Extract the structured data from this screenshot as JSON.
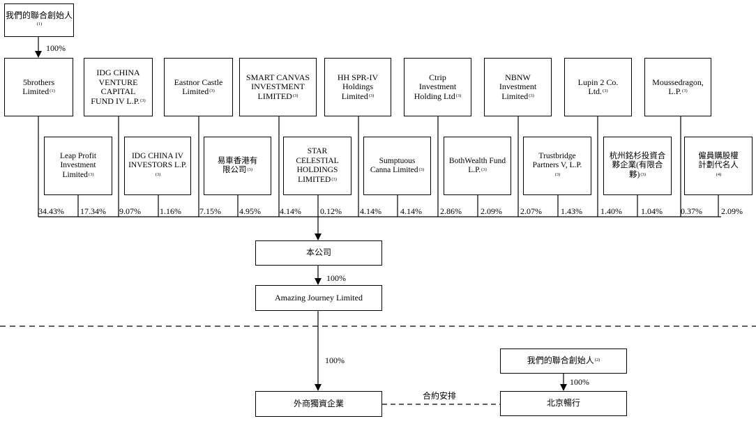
{
  "founders_top": {
    "label": "我們的聯合創始人",
    "note": "(1)"
  },
  "founders_top_pct": "100%",
  "top_row": [
    {
      "label": "5brothers Limited",
      "note": "(1)"
    },
    {
      "label": "IDG CHINA VENTURE CAPITAL FUND IV L.P.",
      "note": "(3)"
    },
    {
      "label": "Eastnor Castle Limited",
      "note": "(3)"
    },
    {
      "label": "SMART CANVAS INVESTMENT LIMITED",
      "note": "(3)"
    },
    {
      "label": "HH SPR-IV Holdings Limited",
      "note": "(3)"
    },
    {
      "label": "Ctrip Investment Holding Ltd",
      "note": "(3)"
    },
    {
      "label": "NBNW Investment Limited",
      "note": "(3)"
    },
    {
      "label": "Lupin 2 Co. Ltd.",
      "note": "(3)"
    },
    {
      "label": "Moussedragon, L.P.",
      "note": "(3)"
    }
  ],
  "second_row": [
    {
      "label": "Leap Profit Investment Limited",
      "note": "(3)"
    },
    {
      "label": "IDG CHINA IV INVESTORS L.P.",
      "note": "(3)"
    },
    {
      "label": "易車香港有限公司",
      "note": "(3)"
    },
    {
      "label": "STAR CELESTIAL HOLDINGS LIMITED",
      "note": "(3)"
    },
    {
      "label": "Sumptuous Canna Limited",
      "note": "(3)"
    },
    {
      "label": "BothWealth Fund L.P.",
      "note": "(3)"
    },
    {
      "label": "Trustbridge Partners V, L.P.",
      "note": "(3)"
    },
    {
      "label": "杭州銘杉投資合夥企業(有限合夥)",
      "note": "(3)"
    },
    {
      "label": "僱員購股權計劃代名人",
      "note": "(4)"
    }
  ],
  "percentages": [
    "34.43%",
    "17.34%",
    "9.07%",
    "1.16%",
    "7.15%",
    "4.95%",
    "4.14%",
    "0.12%",
    "4.14%",
    "4.14%",
    "2.86%",
    "2.09%",
    "2.07%",
    "1.43%",
    "1.40%",
    "1.04%",
    "0.37%",
    "2.09%"
  ],
  "company": {
    "label": "本公司"
  },
  "company_pct": "100%",
  "amazing": {
    "label": "Amazing Journey Limited"
  },
  "amazing_pct": "100%",
  "wfoe": {
    "label": "外商獨資企業"
  },
  "contract_label": "合約安排",
  "founders_bottom": {
    "label": "我們的聯合創始人",
    "note": "(2)"
  },
  "founders_bottom_pct": "100%",
  "beijing": {
    "label": "北京暢行"
  }
}
